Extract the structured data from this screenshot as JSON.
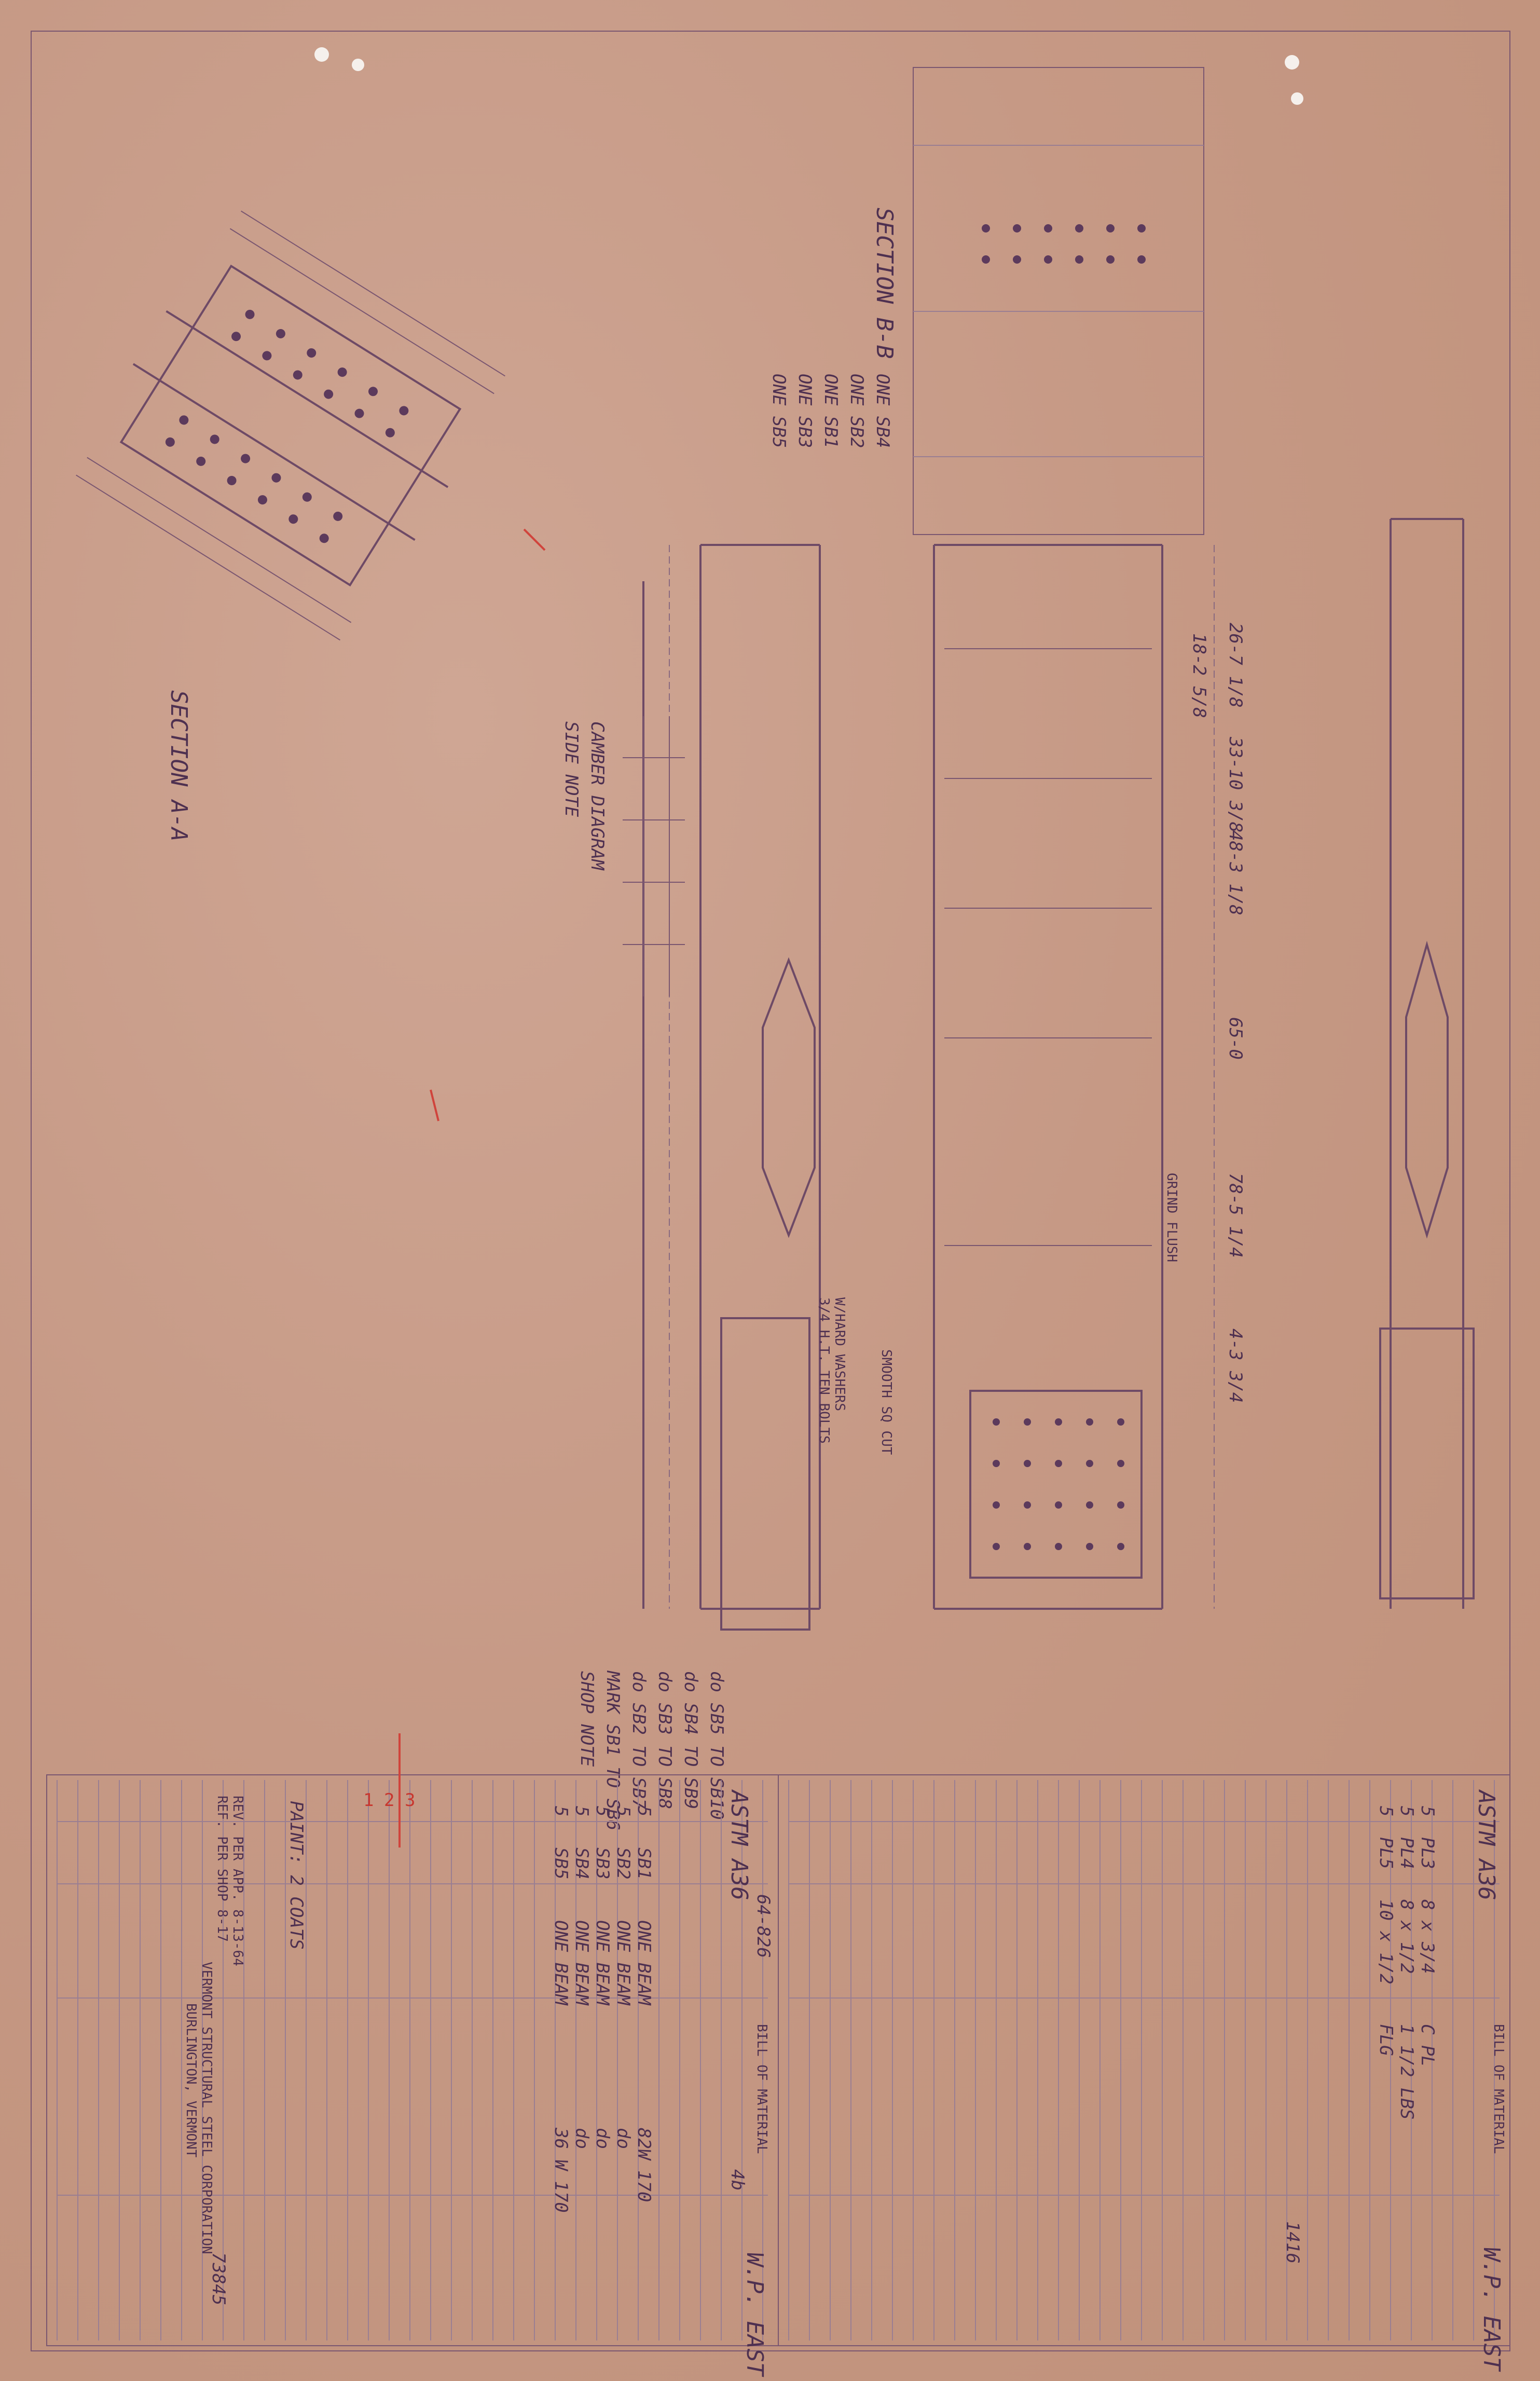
{
  "section_aa": {
    "label": "SECTION A-A"
  },
  "section_bb": {
    "label": "SECTION B-B"
  },
  "one_of": [
    "ONE SB1",
    "ONE SB2",
    "ONE SB3",
    "ONE SB4",
    "ONE SB5"
  ],
  "splice_notes": {
    "heading": "SHOP NOTE",
    "lines": [
      "MARK SB1 TO SB6",
      "do SB2 TO SB7",
      "do SB3 TO SB8",
      "do SB4 TO SB9",
      "do SB5 TO SB10"
    ]
  },
  "camber": {
    "label": "CAMBER DIAGRAM",
    "sub": "SIDE NOTE"
  },
  "bolt_callouts": [
    "3/4 H.T. TEN BOLTS",
    "W/HARD WASHERS",
    "GRIND FLUSH",
    "SMOOTH SQ CUT"
  ],
  "dims_right": [
    "26-7 1/8",
    "18-2 5/8",
    "33-10 3/8",
    "48-3 1/8",
    "65-0",
    "78-5 1/4",
    "4-3 3/4"
  ],
  "left_title_block": {
    "heading": "ASTM A36",
    "bom_title": "BILL OF MATERIAL",
    "job_no": "64-826",
    "sheet_no": "4b",
    "erection": "W.P. EAST",
    "company": "VERMONT STRUCTURAL STEEL CORPORATION",
    "location": "BURLINGTON, VERMONT",
    "ref": "REF. PER SHOP 8-17",
    "rev": "REV. PER APP. 8-13-64",
    "rows": [
      {
        "qty": "5",
        "item": "SB1",
        "desc": "82W 170",
        "mark": "ONE BEAM",
        "weight": ""
      },
      {
        "qty": "5",
        "item": "SB2",
        "desc": "do",
        "mark": "ONE BEAM",
        "weight": ""
      },
      {
        "qty": "5",
        "item": "SB3",
        "desc": "do",
        "mark": "ONE BEAM",
        "weight": ""
      },
      {
        "qty": "5",
        "item": "SB4",
        "desc": "do",
        "mark": "ONE BEAM",
        "weight": ""
      },
      {
        "qty": "5",
        "item": "SB5",
        "desc": "36 W 170",
        "mark": "ONE BEAM",
        "weight": ""
      }
    ],
    "weight_total": "73845",
    "paint": "PAINT: 2 COATS"
  },
  "right_title_block": {
    "heading": "ASTM A36",
    "bom_title": "BILL OF MATERIAL",
    "erection": "W.P. EAST",
    "rows": [
      {
        "qty": "5",
        "item": "PL3",
        "desc": "8 x 3/4",
        "mark": "C PL",
        "weight": ""
      },
      {
        "qty": "5",
        "item": "PL4",
        "desc": "8 x 1/2",
        "mark": "1 1/2 LBS",
        "weight": ""
      },
      {
        "qty": "5",
        "item": "PL5",
        "desc": "10 x 1/2",
        "mark": "FLG",
        "weight": ""
      }
    ],
    "total": "1416"
  },
  "red_marks": [
    "1",
    "2",
    "3"
  ]
}
